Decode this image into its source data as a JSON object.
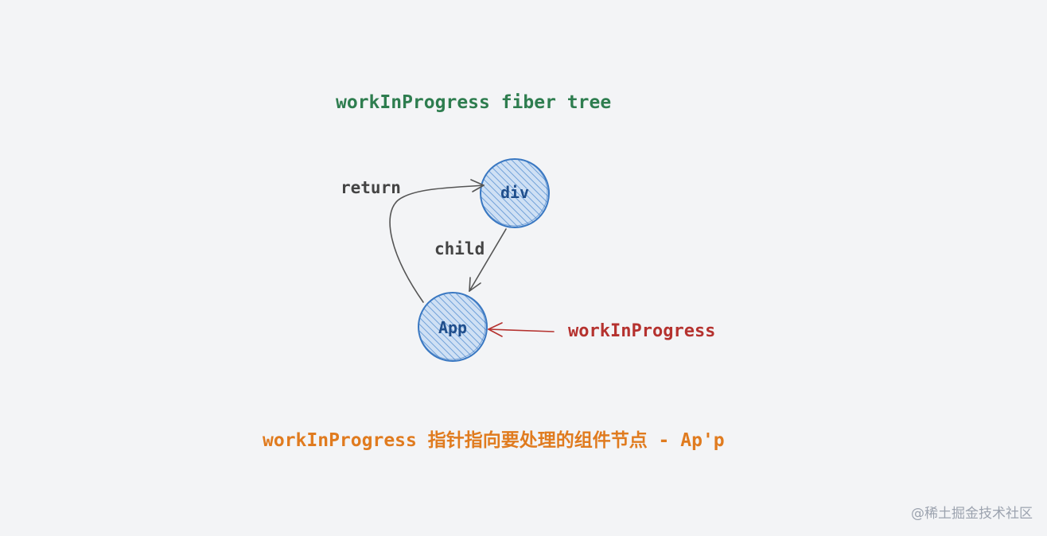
{
  "title": "workInProgress fiber tree",
  "nodes": {
    "div": "div",
    "app": "App"
  },
  "edges": {
    "return_label": "return",
    "child_label": "child"
  },
  "pointer_label": "workInProgress",
  "caption": "workInProgress 指针指向要处理的组件节点 - Ap'p",
  "watermark": "@稀土掘金技术社区",
  "colors": {
    "title": "#2e7d4f",
    "node_fill": "#a9c9ec",
    "node_stroke": "#3a78c2",
    "pointer": "#b5322f",
    "caption": "#e07b1f",
    "edge": "#555555"
  }
}
